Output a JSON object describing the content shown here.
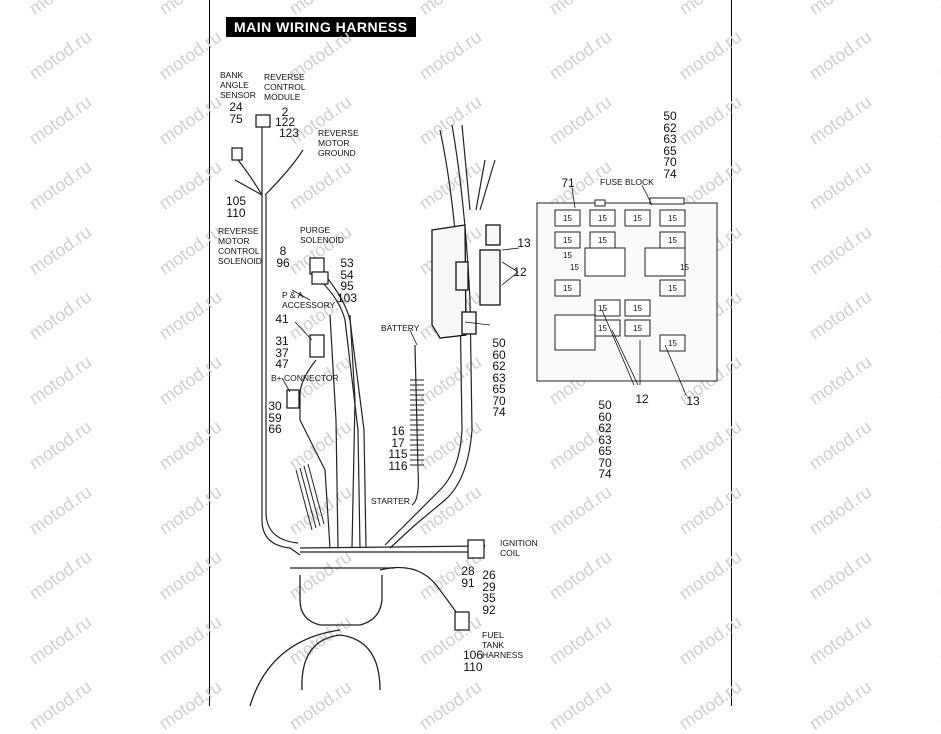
{
  "title": "MAIN WIRING HARNESS",
  "watermark": "motod.ru",
  "labels": {
    "bank_angle_sensor": "BANK ANGLE SENSOR",
    "reverse_control_module": "REVERSE CONTROL MODULE",
    "reverse_motor_ground": "REVERSE MOTOR GROUND",
    "reverse_motor_control_solenoid": "REVERSE MOTOR CONTROL SOLENOID",
    "purge_solenoid": "PURGE SOLENOID",
    "pa_accessory": "P & A ACCESSORY",
    "b_plus_connector": "B+ CONNECTOR",
    "battery": "BATTERY",
    "starter": "STARTER",
    "ignition_coil": "IGNITION COIL",
    "fuel_tank_harness": "FUEL TANK HARNESS",
    "fuse_block": "FUSE BLOCK"
  },
  "callouts": {
    "bank_angle": "24\n75",
    "rcm_a": "2",
    "rcm_b": "122",
    "rcm_c": "123",
    "rmcs": "105\n110",
    "purge_a": "8\n96",
    "purge_b": "53\n54\n95\n103",
    "pa_a": "41",
    "pa_b": "31\n37\n47",
    "bplus": "30\n59\n66",
    "battery": "16\n17\n115\n116",
    "relay_13": "13",
    "relay_12": "12",
    "mid_fuse": "50\n60\n62\n63\n65\n70\n74",
    "fuse_top": "50\n62\n63\n65\n70\n74",
    "fuse_71": "71",
    "fuse_12": "12",
    "fuse_13": "13",
    "fuse_bottom": "50\n60\n62\n63\n65\n70\n74",
    "ign_a": "28\n91",
    "ign_b": "26\n29\n35\n92",
    "fuel": "106\n110"
  },
  "fuse_labels": [
    "15",
    "15",
    "15",
    "15",
    "15",
    "15",
    "15",
    "15",
    "15",
    "15",
    "15",
    "15",
    "15",
    "15",
    "15",
    "15",
    "15"
  ]
}
